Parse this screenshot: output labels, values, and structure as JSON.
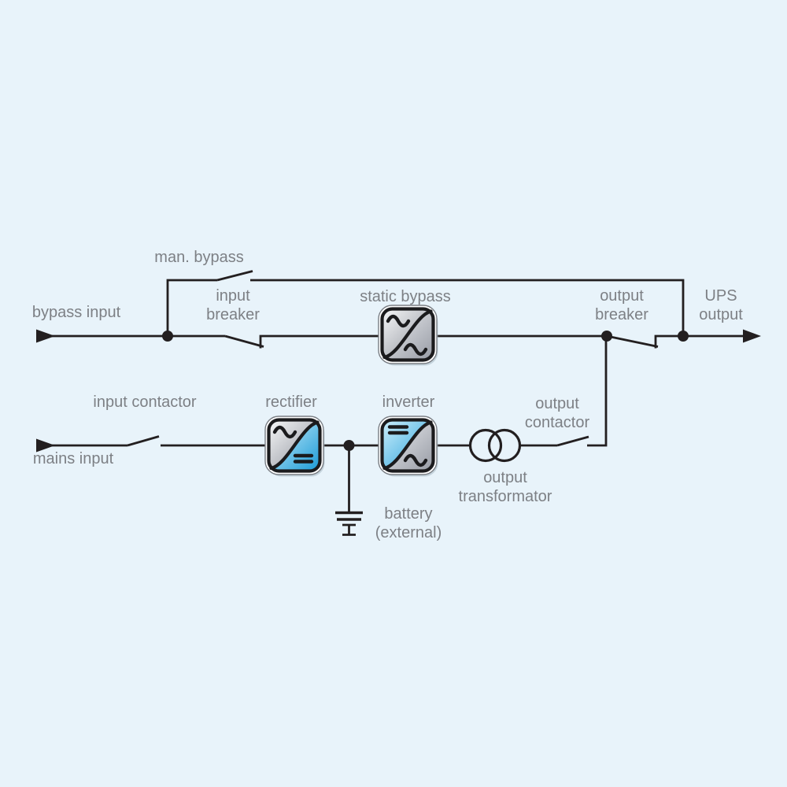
{
  "colors": {
    "background": "#e8f3fa",
    "line": "#231f20",
    "label_text": "#7d8085",
    "block_blue": "#29a8e0",
    "block_blue_light": "#cdeffc",
    "block_gray_dark": "#8f939c",
    "block_gray_light": "#f6f7f8"
  },
  "symbols": {
    "ac_wave": "~",
    "dc_bars": "="
  },
  "labels": {
    "man_bypass": "man. bypass",
    "bypass_input": "bypass input",
    "input_breaker": {
      "line1": "input",
      "line2": "breaker"
    },
    "static_bypass": "static bypass",
    "output_breaker": {
      "line1": "output",
      "line2": "breaker"
    },
    "ups_output": {
      "line1": "UPS",
      "line2": "output"
    },
    "input_contactor": "input contactor",
    "rectifier": "rectifier",
    "inverter": "inverter",
    "output_contactor": {
      "line1": "output",
      "line2": "contactor"
    },
    "output_transformator": {
      "line1": "output",
      "line2": "transformator"
    },
    "battery": {
      "line1": "battery",
      "line2": "(external)"
    },
    "mains_input": "mains input"
  }
}
